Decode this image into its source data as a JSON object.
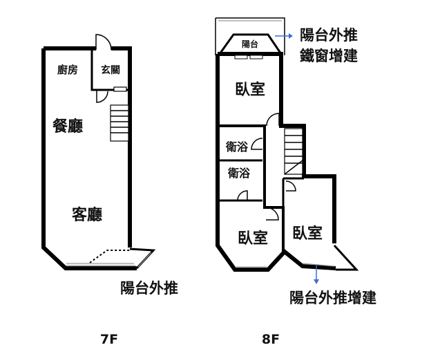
{
  "floor_7f": {
    "label": "7F",
    "rooms": {
      "kitchen": "廚房",
      "entrance": "玄關",
      "dining": "餐廳",
      "living": "客廳"
    },
    "annotation": "陽台外推"
  },
  "floor_8f": {
    "label": "8F",
    "rooms": {
      "balcony": "陽台",
      "bedroom_top": "臥室",
      "bath_1": "衛浴",
      "bath_2": "衛浴",
      "bedroom_left": "臥室",
      "bedroom_right": "臥室"
    },
    "annotation_top_line1": "陽台外推",
    "annotation_top_line2": "鐵窗增建",
    "annotation_bottom": "陽台外推增建"
  },
  "colors": {
    "wall": "#000000",
    "arrow": "#3b6fd0"
  }
}
